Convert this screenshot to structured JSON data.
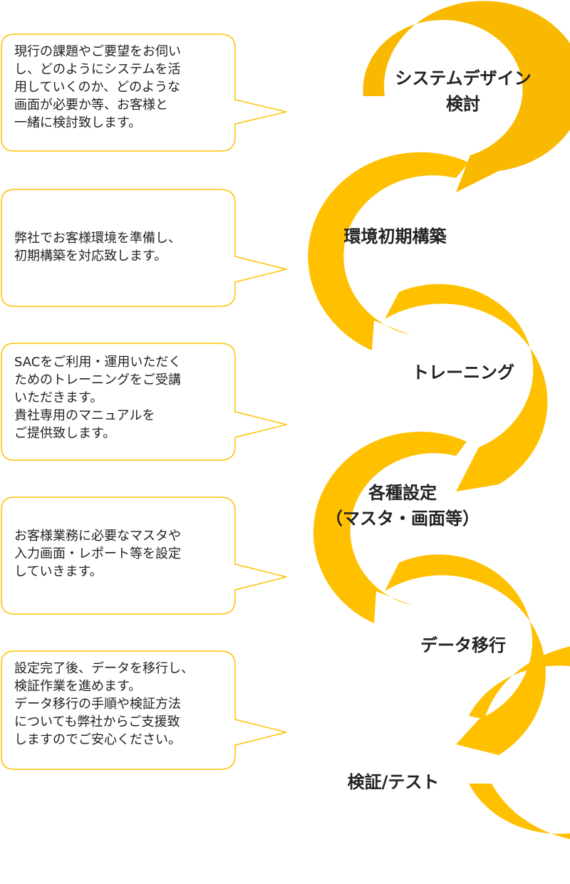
{
  "colors": {
    "arrow": "#FFC000",
    "arrow_top": "#F9B900",
    "bubble_stroke": "#FFC000",
    "text": "#222222"
  },
  "steps": [
    {
      "label": "システムデザイン\n検討",
      "description": "現行の課題やご要望をお伺い\nし、どのようにシステムを活\n用していくのか、どのような\n画面が必要か等、お客様と\n一緒に検討致します。"
    },
    {
      "label": "環境初期構築",
      "description": "弊社でお客様環境を準備し、\n初期構築を対応致します。"
    },
    {
      "label": "トレーニング",
      "description": "SACをご利用・運用いただく\nためのトレーニングをご受講\nいただきます。\n貴社専用のマニュアルを\nご提供致します。"
    },
    {
      "label": "各種設定\n（マスタ・画面等）",
      "description": "お客様業務に必要なマスタや\n入力画面・レポート等を設定\nしていきます。"
    },
    {
      "label": "データ移行",
      "description": "設定完了後、データを移行し、\n検証作業を進めます。\nデータ移行の手順や検証方法\nについても弊社からご支援致\nしますのでご安心ください。"
    },
    {
      "label": "検証/テスト",
      "description": ""
    }
  ]
}
